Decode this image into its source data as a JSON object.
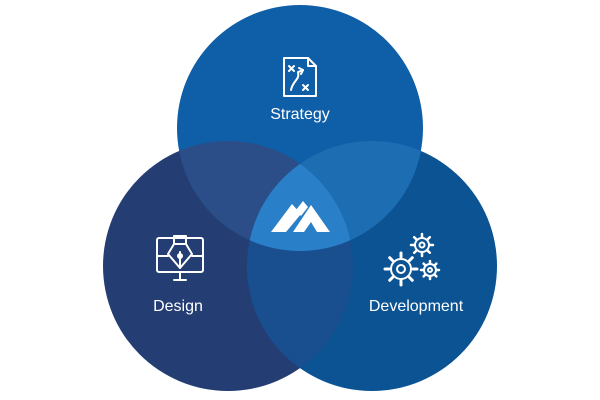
{
  "diagram": {
    "circles": [
      {
        "id": "strategy",
        "label": "Strategy",
        "icon": "strategy-plan-icon",
        "color": "#0f5ea8"
      },
      {
        "id": "design",
        "label": "Design",
        "icon": "pen-tool-monitor-icon",
        "color": "#243d73"
      },
      {
        "id": "development",
        "label": "Development",
        "icon": "gears-icon",
        "color": "#0b5393"
      }
    ],
    "center": {
      "icon": "brand-logo-icon",
      "color": "#2a7fc9"
    },
    "background": "#ffffff"
  }
}
